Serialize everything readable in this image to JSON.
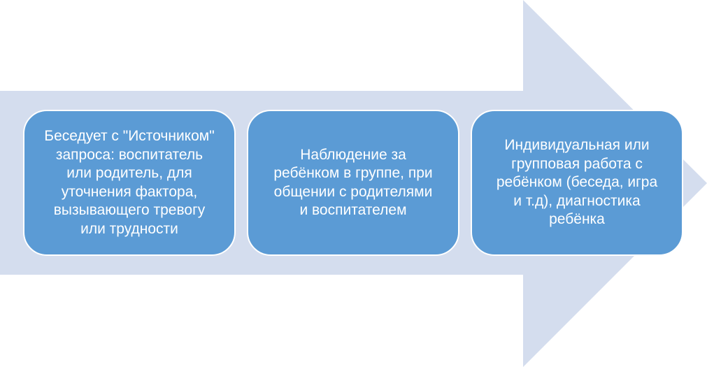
{
  "colors": {
    "arrow_fill": "#d4ddee",
    "box_fill": "#5b9bd5",
    "box_border": "#ffffff",
    "box_text": "#ffffff"
  },
  "steps": [
    {
      "lines": [
        "Беседует с \"Источником\"",
        "запроса: воспитатель",
        "или родитель, для",
        "уточнения фактора,",
        "вызывающего тревогу",
        "или трудности"
      ]
    },
    {
      "lines": [
        "Наблюдение за",
        "ребёнком в группе, при",
        "общении с родителями",
        "и воспитателем"
      ]
    },
    {
      "lines": [
        "Индивидуальная или",
        "групповая работа с",
        "ребёнком (беседа, игра",
        "и т.д), диагностика",
        "ребёнка"
      ]
    }
  ]
}
